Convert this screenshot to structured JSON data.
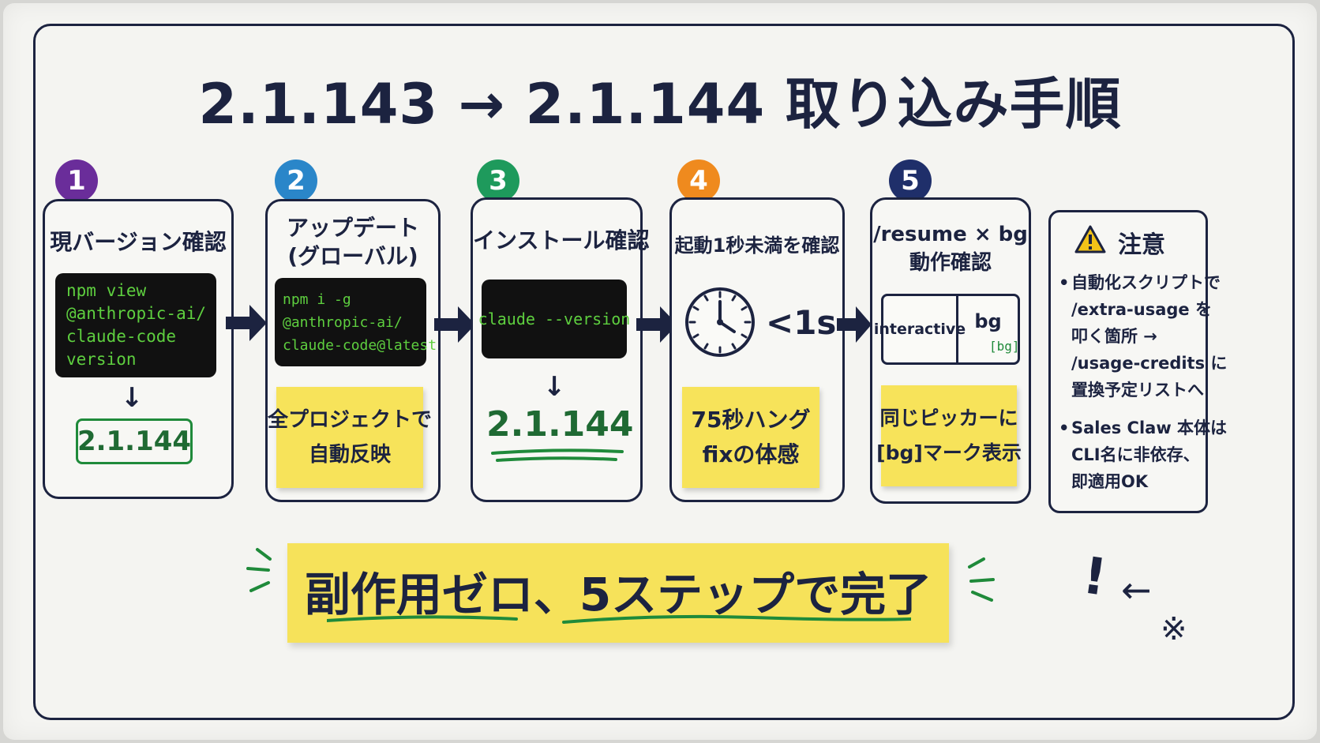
{
  "title": "2.1.143 → 2.1.144 取り込み手順",
  "steps": [
    {
      "num": "1",
      "color": "#6a2d9a",
      "title": "現バージョン確認",
      "command": "npm view\n@anthropic-ai/\nclaude-code\nversion",
      "result": "2.1.144"
    },
    {
      "num": "2",
      "color": "#2a86c9",
      "title": "アップデート\n(グローバル)",
      "command": "npm i -g\n@anthropic-ai/\nclaude-code@latest",
      "note": "全プロジェクトで\n自動反映"
    },
    {
      "num": "3",
      "color": "#1e9a5c",
      "title": "インストール確認",
      "command": "claude --version",
      "result": "2.1.144"
    },
    {
      "num": "4",
      "color": "#ef8a1e",
      "title": "起動1秒未満を確認",
      "metric": "<1s",
      "note": "75秒ハング\nfixの体感"
    },
    {
      "num": "5",
      "color": "#1f2f6a",
      "title": "/resume × bg\n動作確認",
      "mode_left": "interactive",
      "mode_right": "bg",
      "mode_tag": "[bg]",
      "note": "同じピッカーに\n[bg]マーク表示"
    }
  ],
  "caution": {
    "title": "注意",
    "items": [
      "自動化スクリプトで\n/extra-usage を\n叩く箇所 →\n/usage-credits に\n置換予定リストへ",
      "Sales Claw 本体は\nCLI名に非依存、\n即適用OK"
    ]
  },
  "banner": "副作用ゼロ、5ステップで完了",
  "deco": {
    "exclaim": "!",
    "arrow": "←",
    "mark": "※"
  }
}
